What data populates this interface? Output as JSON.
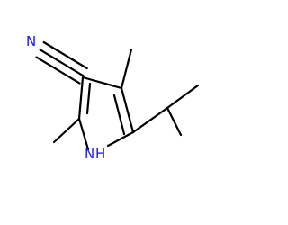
{
  "molecule": {
    "atoms": {
      "n_nitrile": "N",
      "n_ring": "N",
      "h_ring": "H"
    },
    "colors": {
      "bond": "#000000",
      "nitrogen": "#1a1aff"
    }
  }
}
